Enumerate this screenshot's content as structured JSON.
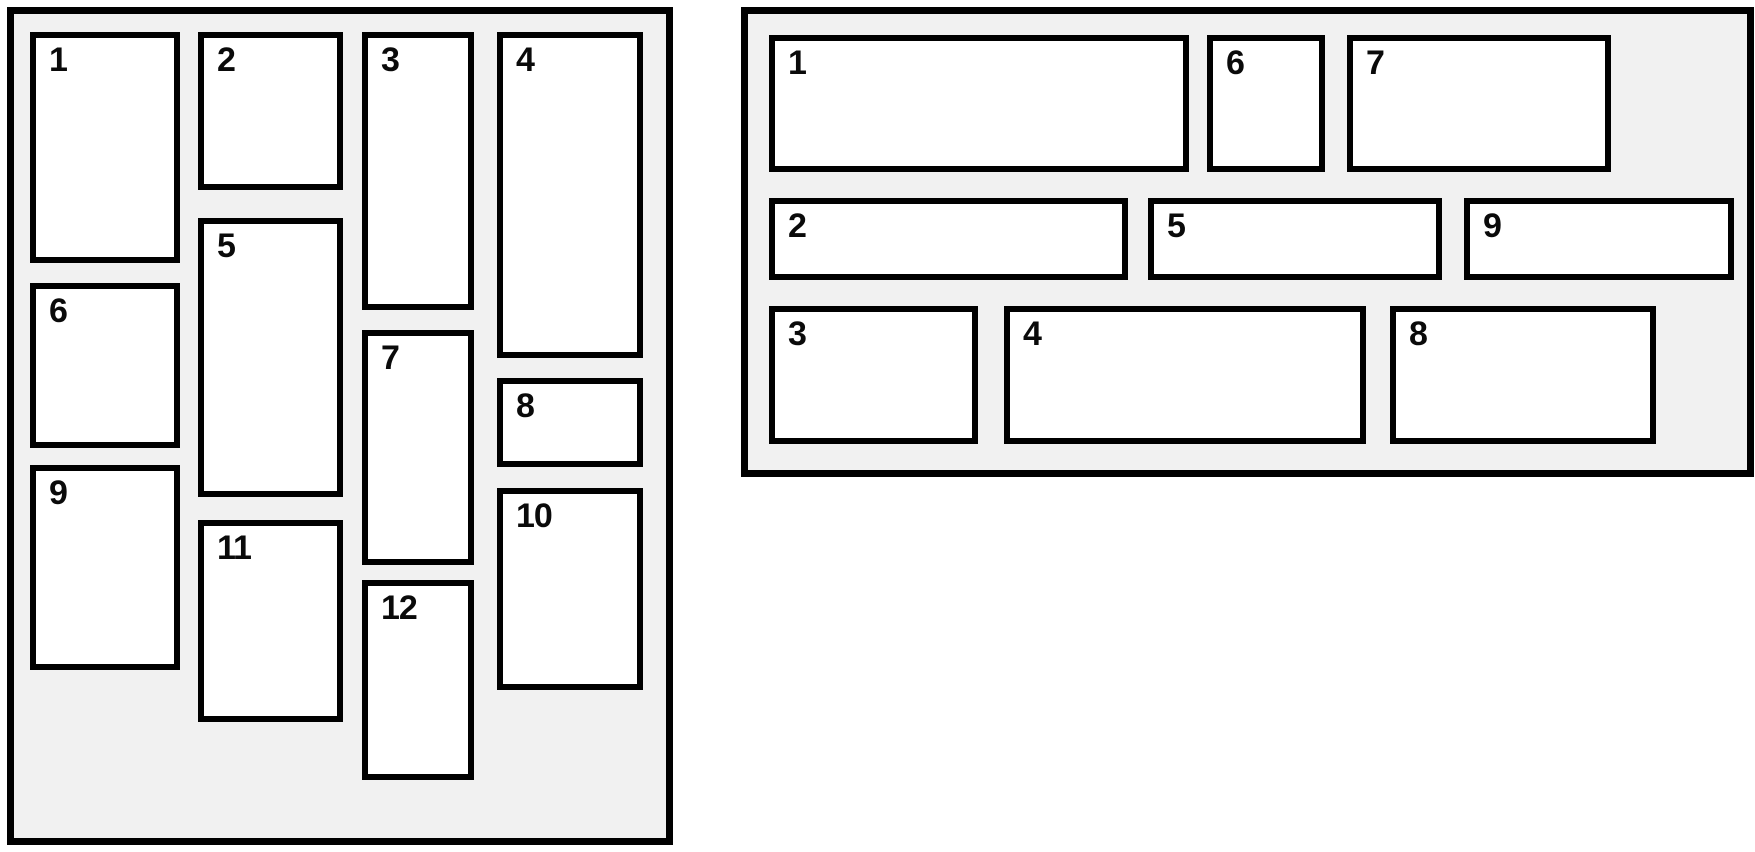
{
  "diagram": {
    "left_panel": {
      "boxes": [
        "1",
        "2",
        "3",
        "4",
        "5",
        "6",
        "7",
        "8",
        "9",
        "10",
        "11",
        "12"
      ]
    },
    "right_panel": {
      "boxes": [
        "1",
        "2",
        "3",
        "4",
        "5",
        "6",
        "7",
        "8",
        "9"
      ]
    },
    "colors": {
      "page_background": "#ffffff",
      "panel_background": "#f1f1f1",
      "box_background": "#ffffff",
      "border": "#000000",
      "label_text": "#0a0a0a"
    }
  }
}
